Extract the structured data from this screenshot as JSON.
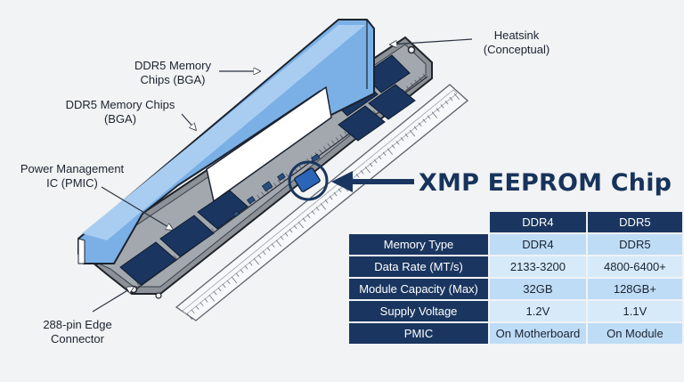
{
  "labels": {
    "heatsink": "Heatsink\n(Conceptual)",
    "chips_top": "DDR5 Memory\nChips (BGA)",
    "chips_mid": "DDR5 Memory Chips\n(BGA)",
    "pmic": "Power Management\nIC (PMIC)",
    "edge": "288-pin Edge\nConnector",
    "xmp": "XMP EEPROM Chip"
  },
  "table": {
    "columns": [
      "DDR4",
      "DDR5"
    ],
    "rows": [
      {
        "label": "Memory Type",
        "ddr4": "DDR4",
        "ddr5": "DDR5"
      },
      {
        "label": "Data Rate (MT/s)",
        "ddr4": "2133-3200",
        "ddr5": "4800-6400+"
      },
      {
        "label": "Module Capacity (Max)",
        "ddr4": "32GB",
        "ddr5": "128GB+"
      },
      {
        "label": "Supply Voltage",
        "ddr4": "1.2V",
        "ddr5": "1.1V"
      },
      {
        "label": "PMIC",
        "ddr4": "On Motherboard",
        "ddr5": "On Module"
      }
    ]
  },
  "colors": {
    "navy": "#1a3660",
    "heatsink_blue": "#7ab0e6",
    "cell_blue": "#bfdcf6",
    "pcb_gray": "#8a9096"
  }
}
